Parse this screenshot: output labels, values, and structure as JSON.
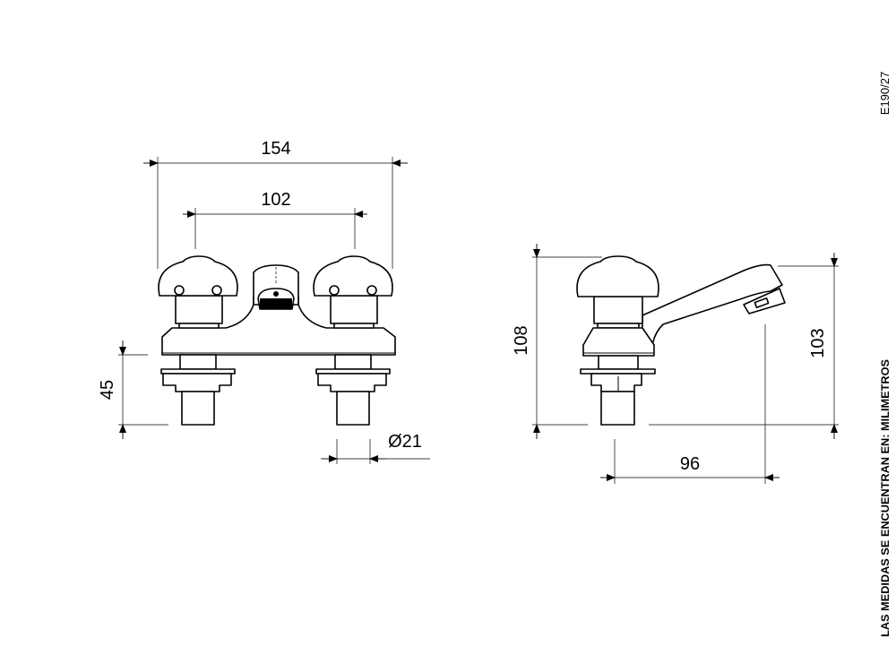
{
  "drawing": {
    "code": "E190/27",
    "units_note": "LAS MEDIDAS SE ENCUENTRAN EN: MILIMETROS",
    "front_view": {
      "overall_width": "154",
      "handle_spacing": "102",
      "shank_height": "45",
      "shank_diameter": "Ø21"
    },
    "side_view": {
      "overall_height": "108",
      "spout_height": "103",
      "spout_reach": "96"
    }
  }
}
